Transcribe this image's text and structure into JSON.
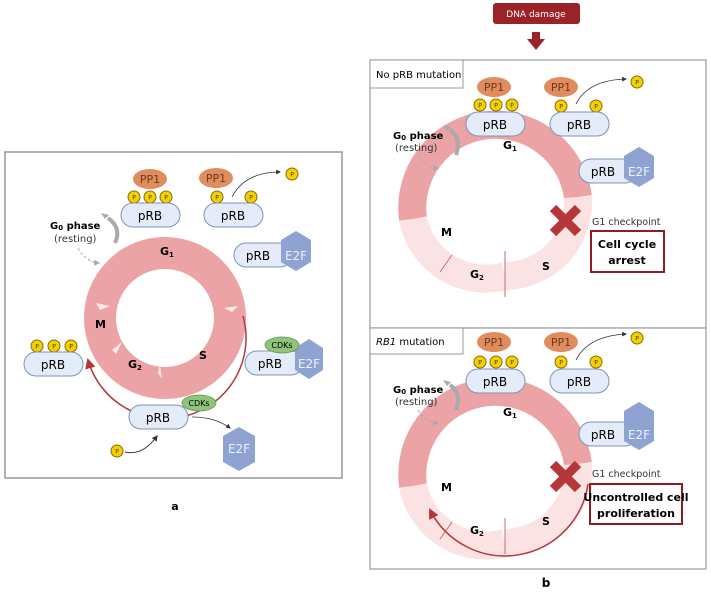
{
  "panel_a": {
    "label": "a",
    "g0_label": "G",
    "g0_sub": "0",
    "g0_word": " phase",
    "resting": "(resting)",
    "phases": {
      "g1": "G",
      "g1_sub": "1",
      "s": "S",
      "g2": "G",
      "g2_sub": "2",
      "m": "M"
    },
    "pp1": "PP1",
    "prb": "pRB",
    "e2f": "E2F",
    "cdks": "CDKs",
    "phosphate": "P"
  },
  "panel_b": {
    "label": "b",
    "trigger": "DNA damage",
    "colors": {
      "trigger_bg": "#9b2226",
      "cross": "#b5373a",
      "box_border": "#8e1c22"
    },
    "top": {
      "tag": "No pRB mutation",
      "checkpoint": "G1 checkpoint",
      "outcome_line1": "Cell cycle",
      "outcome_line2": "arrest"
    },
    "bottom": {
      "tag": "RB1",
      "tag_rest": " mutation",
      "checkpoint": "G1 checkpoint",
      "outcome_line1": "Uncontrolled cell",
      "outcome_line2": "proliferation"
    }
  }
}
